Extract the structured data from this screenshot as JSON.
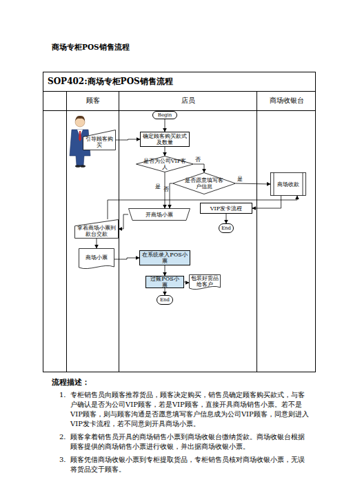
{
  "diagram": {
    "title": "商场专柜POS销售流程",
    "nodes": [
      {
        "text": [
          "SOP402:商场专柜POS销售流程"
        ]
      },
      {
        "text": [
          "顾客"
        ],
        "in": 0
      },
      {
        "text": [
          "店员"
        ],
        "in": 0
      },
      {
        "text": [
          "商场收银台"
        ],
        "in": 0
      },
      {
        "text": [
          "引导顾客购买"
        ],
        "in": 1
      },
      {
        "text": [
          "拿着商场小票到款台交款"
        ],
        "in": 1
      },
      {
        "text": [
          "商场小票"
        ],
        "in": 1
      },
      {
        "text": [
          "Begin"
        ],
        "in": 2
      },
      {
        "text": [
          "确定顾客购买款式及数量"
        ],
        "in": 2
      },
      {
        "text": [
          "是否为公司VIP客人"
        ],
        "in": 2
      },
      {
        "text": [
          "是否愿意填写客户信息"
        ],
        "in": 2
      },
      {
        "text": [
          "开商场小票"
        ],
        "in": 2
      },
      {
        "text": [
          "VIP发卡流程"
        ],
        "in": 2
      },
      {
        "text": [
          "End"
        ],
        "in": 2
      },
      {
        "text": [
          "在系统录入POS小票"
        ],
        "in": 2
      },
      {
        "text": [
          "过账POS小票"
        ],
        "in": 2
      },
      {
        "text": [
          "包装好货品给客户"
        ],
        "in": 2
      },
      {
        "text": [
          "End"
        ],
        "in": 2
      },
      {
        "text": [
          "商场收款"
        ],
        "in": 3
      }
    ],
    "edges": [
      {
        "from": 7,
        "to": 8,
        "arrow": "to"
      },
      {
        "from": 4,
        "to": 8,
        "arrow": "to"
      },
      {
        "from": 8,
        "to": 9,
        "arrow": "to"
      },
      {
        "from": 9,
        "to": 10,
        "label": "否",
        "arrow": "to"
      },
      {
        "from": 9,
        "to": 11,
        "label": "是",
        "arrow": "to"
      },
      {
        "from": 10,
        "to": 11,
        "label": "否",
        "arrow": "to"
      },
      {
        "from": 10,
        "to": 18,
        "label": "是",
        "arrow": "to"
      },
      {
        "from": 18,
        "to": 12,
        "arrow": "to"
      },
      {
        "from": 12,
        "to": 13,
        "arrow": "to"
      },
      {
        "from": 11,
        "to": 5,
        "arrow": "to"
      },
      {
        "from": 5,
        "to": 18,
        "arrow": "to"
      },
      {
        "from": 5,
        "to": 6,
        "arrow": "to"
      },
      {
        "from": 6,
        "to": 14,
        "arrow": "to"
      },
      {
        "from": 14,
        "to": 15,
        "arrow": "to"
      },
      {
        "from": 15,
        "to": 16,
        "arrow": "to"
      },
      {
        "from": 15,
        "to": 17,
        "arrow": "to"
      }
    ],
    "labels": [
      "流程描述：",
      "1.",
      "专柜销售员向顾客推荐货品，顾客决定购买，销售员确定顾客购买款式，与客户确认是否为公司VIP顾客，若是VIP顾客，直接开具商场销售小票。若不是VIP顾客，则与顾客沟通是否愿意填写客户信息成为公司VIP顾客，同意则进入VIP发卡流程，若不同意则开具商场小票。",
      "2.",
      "顾客拿着销售员开具的商场销售小票到商场收银台缴纳货款。商场收银台根据顾客提供的商场销售小票进行收银，并出据商场收银小票。",
      "3.",
      "顾客凭借商场收银小票到专柜提取货品，专柜销售员核对商场收银小票，无误将货品交于顾客。"
    ]
  }
}
